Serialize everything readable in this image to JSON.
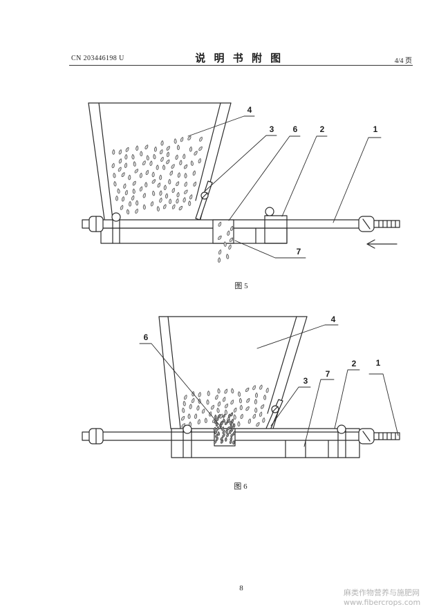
{
  "header": {
    "doc_number": "CN 203446198 U",
    "title": "说 明 书 附 图",
    "page_of": "4/4 页"
  },
  "figure5": {
    "caption": "图 5",
    "labels": [
      "4",
      "3",
      "6",
      "2",
      "1",
      "7"
    ]
  },
  "figure6": {
    "caption": "图 6",
    "labels": [
      "4",
      "6",
      "3",
      "7",
      "2",
      "1"
    ]
  },
  "page_number": "8",
  "watermark": {
    "line1": "麻类作物营养与施肥网",
    "line2": "www.fibercrops.com"
  }
}
